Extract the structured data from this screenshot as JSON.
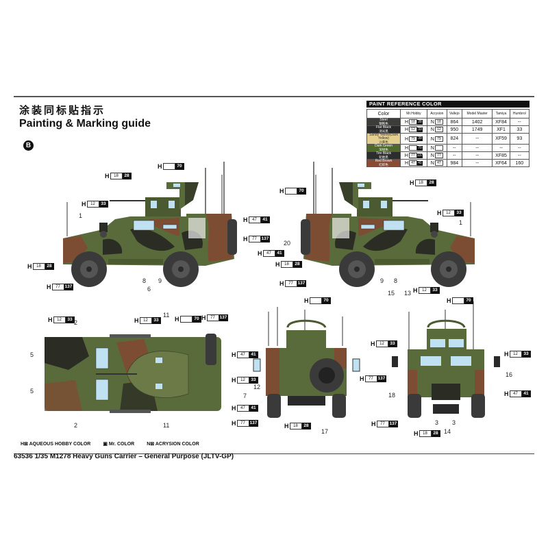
{
  "header": {
    "title_cn": "涂装同标贴指示",
    "title_en": "Painting & Marking guide",
    "scheme_letter": "B"
  },
  "paint_table": {
    "title": "PAINT  REFERENCE COLOR",
    "columns": [
      "Color",
      "Mr.Hobby",
      "Acrysion",
      "Vallejo",
      "Model Master",
      "Tamiya",
      "Humbrol"
    ],
    "rows": [
      {
        "name": "Steel",
        "name_cn": "钢铁色",
        "swatch": "#3c3c38",
        "text": "#ffffff",
        "hobby_prefix": "H",
        "hobby": "18",
        "mr": "28",
        "acry_prefix": "N",
        "acrysion": "18",
        "vallejo": "864",
        "model_master": "1402",
        "tamiya": "XF84",
        "humbrol": "--"
      },
      {
        "name": "Flat Black",
        "name_cn": "消光黑",
        "swatch": "#2a2a2a",
        "text": "#ffffff",
        "hobby_prefix": "H",
        "hobby": "12",
        "mr": "33",
        "acry_prefix": "N",
        "acrysion": "12",
        "vallejo": "950",
        "model_master": "1749",
        "tamiya": "XF1",
        "humbrol": "33"
      },
      {
        "name": "Sandy Yellow(Dark Yellow)",
        "name_cn": "沙黄色",
        "swatch": "#e3cf8f",
        "text": "#333333",
        "hobby_prefix": "H",
        "hobby": "79",
        "mr": "39",
        "acry_prefix": "N",
        "acrysion": "79",
        "vallejo": "824",
        "model_master": "--",
        "tamiya": "XF59",
        "humbrol": "93"
      },
      {
        "name": "Dark Green",
        "name_cn": "深绿色",
        "swatch": "#4f6a2c",
        "text": "#ffffff",
        "hobby_prefix": "H",
        "hobby": "",
        "mr": "70",
        "acry_prefix": "N",
        "acrysion": "",
        "vallejo": "--",
        "model_master": "--",
        "tamiya": "--",
        "humbrol": "--"
      },
      {
        "name": "Tire Black",
        "name_cn": "轮胎黑",
        "swatch": "#2d2d2d",
        "text": "#ffffff",
        "hobby_prefix": "H",
        "hobby": "77",
        "mr": "137",
        "acry_prefix": "N",
        "acrysion": "77",
        "vallejo": "--",
        "model_master": "--",
        "tamiya": "XF85",
        "humbrol": "--"
      },
      {
        "name": "Red Brown",
        "name_cn": "红棕色",
        "swatch": "#8a4b35",
        "text": "#ffffff",
        "hobby_prefix": "H",
        "hobby": "47",
        "mr": "41",
        "acry_prefix": "N",
        "acrysion": "47",
        "vallejo": "984",
        "model_master": "--",
        "tamiya": "XF64",
        "humbrol": "160"
      }
    ]
  },
  "views": {
    "side_left": {
      "callouts": [
        {
          "p": "H",
          "w": "18",
          "b": "28"
        },
        {
          "p": "H",
          "w": "",
          "b": "70"
        },
        {
          "p": "H",
          "w": "12",
          "b": "33"
        },
        {
          "p": "H",
          "w": "47",
          "b": "41"
        },
        {
          "p": "H",
          "w": "77",
          "b": "137"
        },
        {
          "p": "H",
          "w": "18",
          "b": "28"
        },
        {
          "p": "H",
          "w": "77",
          "b": "137"
        }
      ],
      "numbers": [
        "1",
        "8",
        "6",
        "9"
      ]
    },
    "side_right": {
      "callouts": [
        {
          "p": "H",
          "w": "",
          "b": "70"
        },
        {
          "p": "H",
          "w": "18",
          "b": "28"
        },
        {
          "p": "H",
          "w": "12",
          "b": "33"
        },
        {
          "p": "H",
          "w": "47",
          "b": "41"
        },
        {
          "p": "H",
          "w": "18",
          "b": "28"
        },
        {
          "p": "H",
          "w": "77",
          "b": "137"
        },
        {
          "p": "H",
          "w": "12",
          "b": "33"
        }
      ],
      "numbers": [
        "1",
        "20",
        "9",
        "8",
        "15",
        "13"
      ]
    },
    "top": {
      "callouts": [
        {
          "p": "H",
          "w": "12",
          "b": "33"
        },
        {
          "p": "H",
          "w": "12",
          "b": "33"
        },
        {
          "p": "H",
          "w": "",
          "b": "70"
        },
        {
          "p": "H",
          "w": "77",
          "b": "137"
        }
      ],
      "numbers": [
        "2",
        "11",
        "5",
        "5",
        "2",
        "11"
      ]
    },
    "rear": {
      "callouts": [
        {
          "p": "H",
          "w": "",
          "b": "70"
        },
        {
          "p": "H",
          "w": "47",
          "b": "41"
        },
        {
          "p": "H",
          "w": "12",
          "b": "33"
        },
        {
          "p": "H",
          "w": "47",
          "b": "41"
        },
        {
          "p": "H",
          "w": "77",
          "b": "137"
        },
        {
          "p": "H",
          "w": "18",
          "b": "28"
        },
        {
          "p": "H",
          "w": "77",
          "b": "137"
        }
      ],
      "numbers": [
        "12",
        "7",
        "17"
      ]
    },
    "front": {
      "callouts": [
        {
          "p": "H",
          "w": "",
          "b": "70"
        },
        {
          "p": "H",
          "w": "12",
          "b": "33"
        },
        {
          "p": "H",
          "w": "12",
          "b": "33"
        },
        {
          "p": "H",
          "w": "47",
          "b": "41"
        },
        {
          "p": "H",
          "w": "77",
          "b": "137"
        },
        {
          "p": "H",
          "w": "18",
          "b": "28"
        }
      ],
      "numbers": [
        "16",
        "18",
        "3",
        "3",
        "14"
      ]
    }
  },
  "legend": {
    "hobby": "H⊠ AQUEOUS HOBBY COLOR",
    "mr": "▣ Mr. COLOR",
    "acrysion": "N⊠ ACRYSION COLOR"
  },
  "footer": "63536 1/35 M1278 Heavy Guns Carrier – General Purpose (JLTV-GP)",
  "colors": {
    "green": "#5a6b3b",
    "dark": "#2b2d24",
    "brown": "#7d4d33",
    "glass": "#bfe1f2",
    "tire": "#3a3a3a"
  }
}
